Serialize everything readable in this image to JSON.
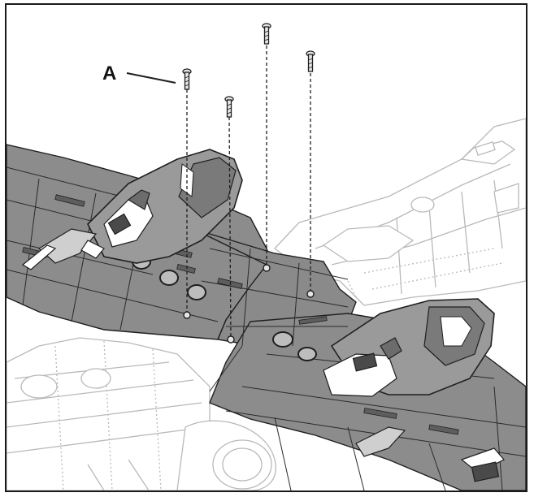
{
  "diagram": {
    "callout": {
      "label": "A"
    },
    "colors": {
      "wing_fill": "#8c8c8c",
      "wing_dark": "#6f6f6f",
      "nacelle_fill": "#9a9a9a",
      "ghost_stroke": "#b9b9b9",
      "ink": "#1f1f1f",
      "screw_fill": "#e6e6e6",
      "hole_fill": "#bdbdbd"
    },
    "screws": [
      {
        "name": "screw-a"
      },
      {
        "name": "screw-2"
      },
      {
        "name": "screw-3"
      },
      {
        "name": "screw-4"
      }
    ]
  }
}
